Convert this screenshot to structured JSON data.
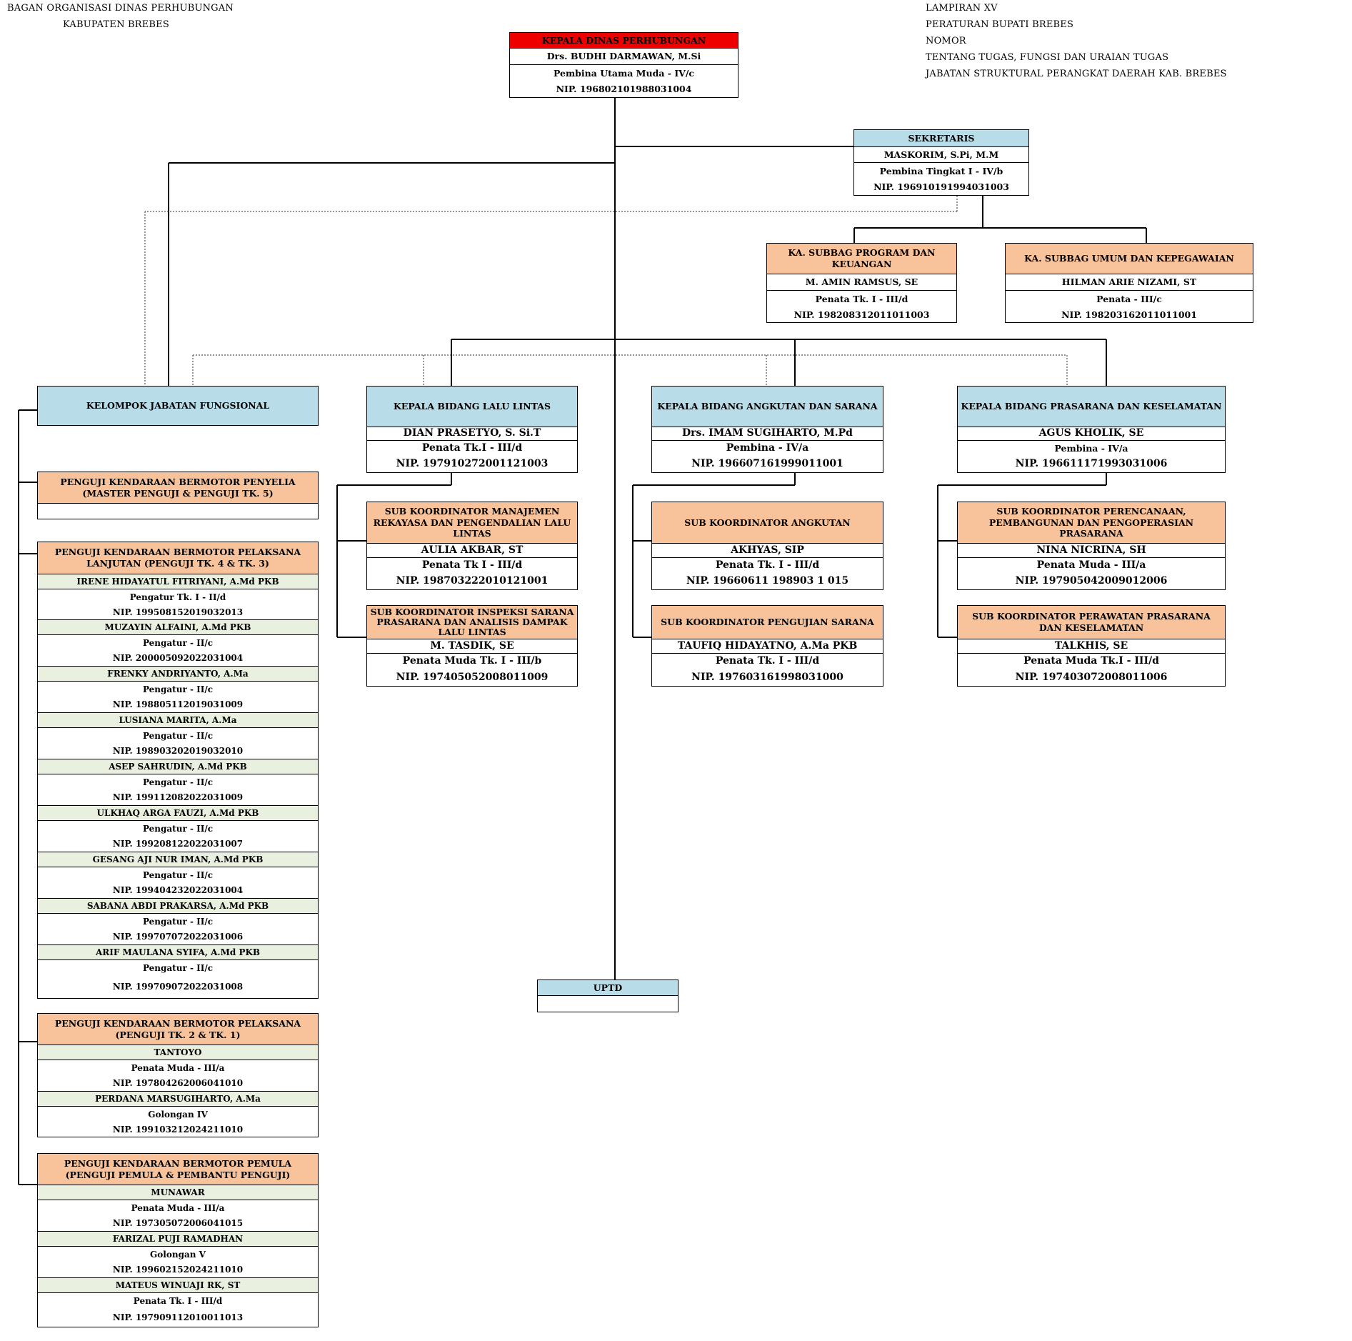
{
  "header_left": {
    "line1": "BAGAN ORGANISASI DINAS PERHUBUNGAN",
    "line2": "KABUPATEN BREBES"
  },
  "header_right": {
    "line1": "LAMPIRAN  XV",
    "line2": "PERATURAN BUPATI BREBES",
    "line3": "NOMOR",
    "line4": "TENTANG TUGAS, FUNGSI DAN URAIAN TUGAS",
    "line5": "JABATAN STRUKTURAL PERANGKAT DAERAH KAB. BREBES"
  },
  "kepala": {
    "title": "KEPALA DINAS PERHUBUNGAN",
    "name": "Drs. BUDHI DARMAWAN, M.Si",
    "rank": "Pembina Utama Muda - IV/c",
    "nip": "NIP. 196802101988031004"
  },
  "sekretaris": {
    "title": "SEKRETARIS",
    "name": "MASKORIM, S.Pi, M.M",
    "rank": "Pembina Tingkat I  - IV/b",
    "nip": "NIP. 196910191994031003"
  },
  "subbag_program": {
    "title": "KA. SUBBAG PROGRAM DAN KEUANGAN",
    "name": "M. AMIN RAMSUS, SE",
    "rank": "Penata Tk. I - III/d",
    "nip": "NIP. 198208312011011003"
  },
  "subbag_umum": {
    "title": "KA. SUBBAG UMUM DAN KEPEGAWAIAN",
    "name": "HILMAN ARIE NIZAMI, ST",
    "rank": "Penata - III/c",
    "nip": "NIP. 198203162011011001"
  },
  "kelompok": {
    "title": "KELOMPOK JABATAN FUNGSIONAL"
  },
  "lalu_lintas": {
    "title": "KEPALA BIDANG LALU LINTAS",
    "name": "DIAN PRASETYO, S. Si.T",
    "rank": "Penata Tk.I - III/d",
    "nip": "NIP. 197910272001121003"
  },
  "angkutan": {
    "title": "KEPALA BIDANG ANGKUTAN DAN SARANA",
    "name": "Drs. IMAM SUGIHARTO, M.Pd",
    "rank": "Pembina  - IV/a",
    "nip": "NIP. 196607161999011001"
  },
  "prasarana": {
    "title": "KEPALA BIDANG PRASARANA DAN KESELAMATAN",
    "name": "AGUS KHOLIK, SE",
    "rank": "Pembina - IV/a",
    "nip": "NIP. 196611171993031006"
  },
  "sub_manajemen": {
    "title": "SUB KOORDINATOR MANAJEMEN REKAYASA DAN PENGENDALIAN LALU LINTAS",
    "name": "AULIA AKBAR, ST",
    "rank": "Penata Tk I - III/d",
    "nip": "NIP. 198703222010121001"
  },
  "sub_inspeksi": {
    "title": "SUB KOORDINATOR INSPEKSI SARANA PRASARANA DAN ANALISIS DAMPAK LALU LINTAS",
    "name": "M. TASDIK, SE",
    "rank": "Penata Muda Tk. I  - III/b",
    "nip": "NIP. 197405052008011009"
  },
  "sub_angkutan": {
    "title": "SUB KOORDINATOR ANGKUTAN",
    "name": "AKHYAS, SIP",
    "rank": "Penata  Tk. I - III/d",
    "nip": "NIP. 19660611 198903 1 015"
  },
  "sub_pengujian": {
    "title": "SUB KOORDINATOR PENGUJIAN SARANA",
    "name": "TAUFIQ HIDAYATNO, A.Ma PKB",
    "rank": "Penata  Tk. I - III/d",
    "nip": "NIP. 197603161998031000"
  },
  "sub_perencanaan": {
    "title": "SUB KOORDINATOR PERENCANAAN, PEMBANGUNAN DAN PENGOPERASIAN PRASARANA",
    "name": "NINA NICRINA, SH",
    "rank": "Penata Muda  - III/a",
    "nip": "NIP. 197905042009012006"
  },
  "sub_perawatan": {
    "title": "SUB KOORDINATOR PERAWATAN PRASARANA DAN KESELAMATAN",
    "name": "TALKHIS, SE",
    "rank": "Penata Muda Tk.I - III/d",
    "nip": "NIP. 197403072008011006"
  },
  "penyelia": {
    "title": "PENGUJI KENDARAAN BERMOTOR PENYELIA (MASTER PENGUJI & PENGUJI TK. 5)",
    "blank": ""
  },
  "lanjutan": {
    "title": "PENGUJI KENDARAAN BERMOTOR PELAKSANA LANJUTAN (PENGUJI TK. 4 & TK. 3)",
    "members": [
      {
        "name": "IRENE HIDAYATUL FITRIYANI, A.Md PKB",
        "rank": "Pengatur Tk. I - II/d",
        "nip": "NIP. 199508152019032013"
      },
      {
        "name": "MUZAYIN ALFAINI, A.Md PKB",
        "rank": "Pengatur - II/c",
        "nip": "NIP. 200005092022031004"
      },
      {
        "name": "FRENKY ANDRIYANTO, A.Ma",
        "rank": "Pengatur - II/c",
        "nip": "NIP. 198805112019031009"
      },
      {
        "name": "LUSIANA MARITA, A.Ma",
        "rank": "Pengatur - II/c",
        "nip": "NIP. 198903202019032010"
      },
      {
        "name": "ASEP SAHRUDIN, A.Md PKB",
        "rank": "Pengatur - II/c",
        "nip": "NIP. 199112082022031009"
      },
      {
        "name": "ULKHAQ ARGA FAUZI, A.Md PKB",
        "rank": "Pengatur - II/c",
        "nip": "NIP. 199208122022031007"
      },
      {
        "name": "GESANG AJI NUR IMAN, A.Md PKB",
        "rank": "Pengatur - II/c",
        "nip": "NIP. 199404232022031004"
      },
      {
        "name": "SABANA ABDI PRAKARSA, A.Md PKB",
        "rank": "Pengatur - II/c",
        "nip": "NIP. 199707072022031006"
      },
      {
        "name": "ARIF MAULANA SYIFA, A.Md PKB",
        "rank": "Pengatur - II/c",
        "nip": "NIP. 199709072022031008"
      }
    ]
  },
  "pelaksana": {
    "title": "PENGUJI KENDARAAN BERMOTOR PELAKSANA (PENGUJI TK. 2 & TK. 1)",
    "members": [
      {
        "name": "TANTOYO",
        "rank": "Penata Muda - III/a",
        "nip": "NIP. 197804262006041010"
      },
      {
        "name": "PERDANA MARSUGIHARTO, A.Ma",
        "rank": "Golongan IV",
        "nip": "NIP. 199103212024211010"
      }
    ]
  },
  "pemula": {
    "title": "PENGUJI KENDARAAN BERMOTOR PEMULA (PENGUJI PEMULA & PEMBANTU PENGUJI)",
    "members": [
      {
        "name": "MUNAWAR",
        "rank": "Penata Muda - III/a",
        "nip": "NIP. 197305072006041015"
      },
      {
        "name": "FARIZAL PUJI RAMADHAN",
        "rank": "Golongan V",
        "nip": "NIP. 199602152024211010"
      },
      {
        "name": "MATEUS WINUAJI RK, ST",
        "rank": "Penata Tk. I - III/d",
        "nip": "NIP. 197909112010011013"
      }
    ]
  },
  "uptd": {
    "title": "UPTD",
    "blank": ""
  },
  "colors": {
    "red_header": "#ee0000",
    "blue_header": "#b8dce8",
    "orange_header": "#f8c29a",
    "green_name": "#e9f0e0",
    "line": "#000000"
  }
}
